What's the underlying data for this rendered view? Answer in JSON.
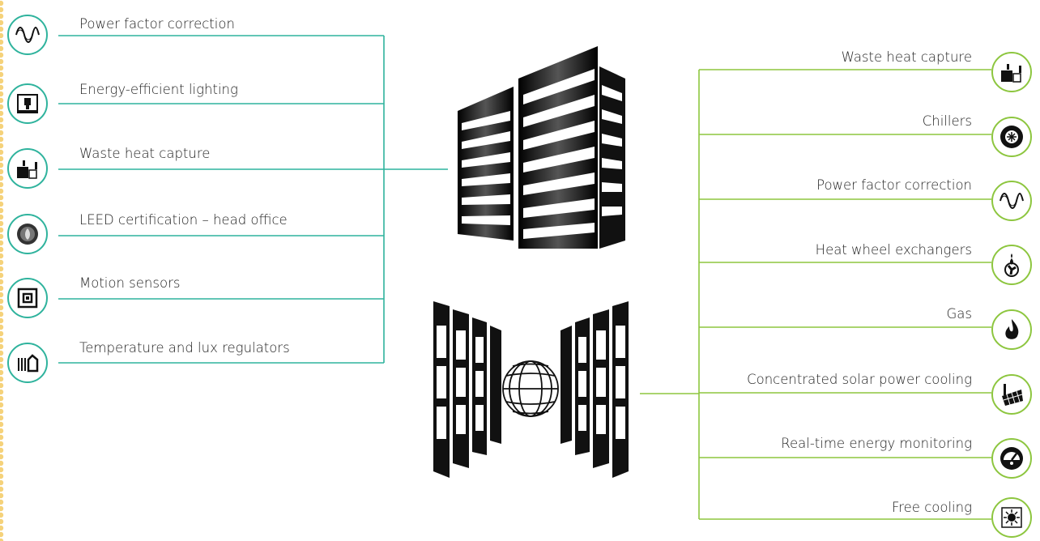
{
  "accent_teal": "#2fb39d",
  "accent_green": "#8dc63f",
  "left_items": [
    {
      "label": "Power factor correction",
      "icon": "sine-wave-icon"
    },
    {
      "label": "Energy-efficient lighting",
      "icon": "light-bulb-icon"
    },
    {
      "label": "Waste heat capture",
      "icon": "factory-icon"
    },
    {
      "label": "LEED certification – head office",
      "icon": "leed-seal-icon"
    },
    {
      "label": "Motion sensors",
      "icon": "motion-sensor-icon"
    },
    {
      "label": "Temperature and lux regulators",
      "icon": "regulator-icon"
    }
  ],
  "right_items": [
    {
      "label": "Waste heat capture",
      "icon": "factory-icon"
    },
    {
      "label": "Chillers",
      "icon": "snowflake-icon"
    },
    {
      "label": "Power factor correction",
      "icon": "sine-wave-icon"
    },
    {
      "label": "Heat wheel exchangers",
      "icon": "heat-wheel-icon"
    },
    {
      "label": "Gas",
      "icon": "flame-icon"
    },
    {
      "label": "Concentrated solar power cooling",
      "icon": "solar-panel-icon"
    },
    {
      "label": "Real-time energy monitoring",
      "icon": "gauge-icon"
    },
    {
      "label": "Free cooling",
      "icon": "sun-icon"
    }
  ],
  "center": {
    "office_building": "office-building-icon",
    "data_center": "data-center-globe-icon"
  }
}
